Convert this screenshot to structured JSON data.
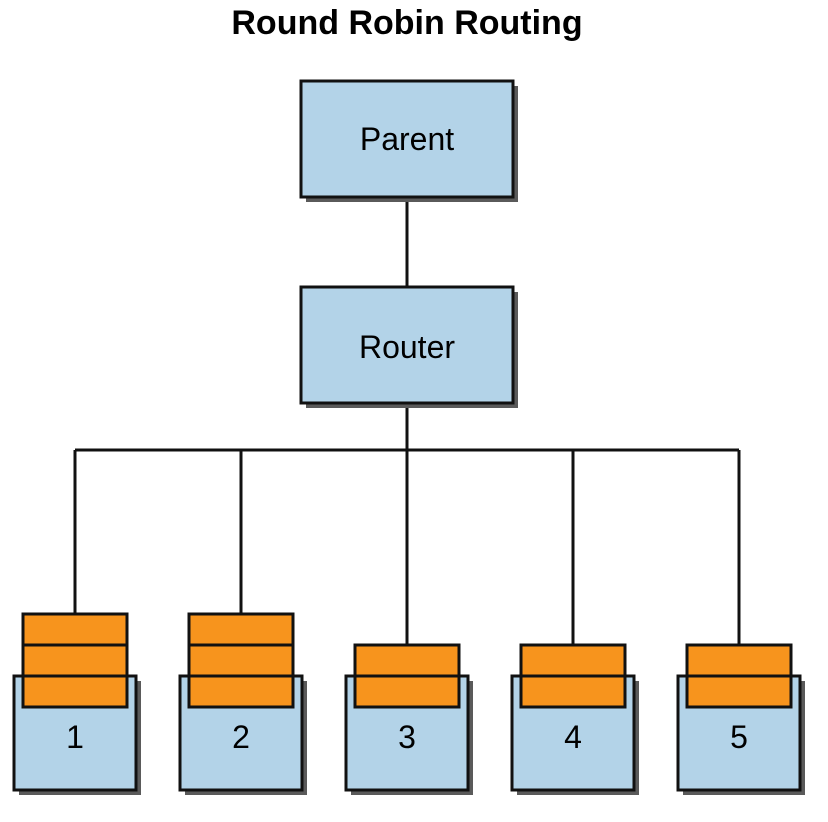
{
  "title": "Round Robin Routing",
  "parent": {
    "label": "Parent"
  },
  "router": {
    "label": "Router"
  },
  "routees": [
    {
      "label": "1",
      "queued_messages": 3
    },
    {
      "label": "2",
      "queued_messages": 3
    },
    {
      "label": "3",
      "queued_messages": 2
    },
    {
      "label": "4",
      "queued_messages": 2
    },
    {
      "label": "5",
      "queued_messages": 2
    }
  ],
  "colors": {
    "box_fill": "#b3d3e8",
    "message_fill": "#f7941d",
    "stroke": "#111111",
    "shadow": "#5a5a5a"
  }
}
